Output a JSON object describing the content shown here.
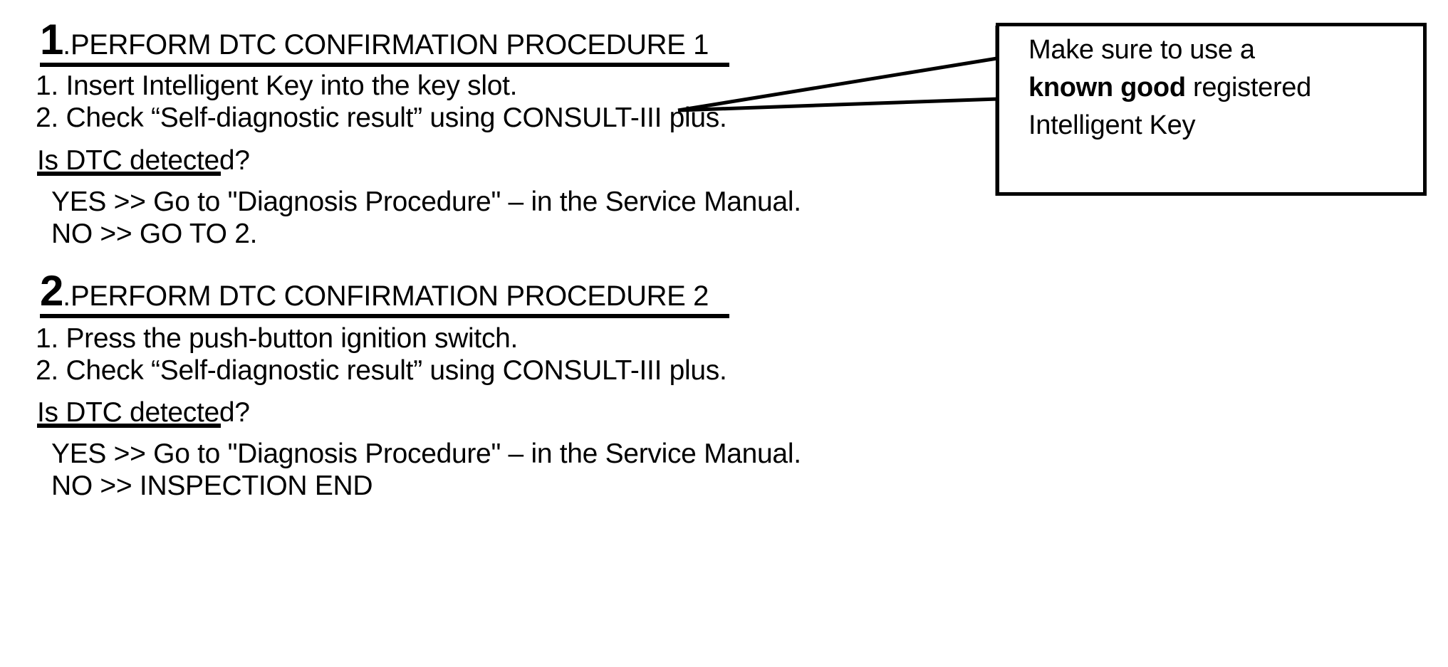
{
  "document": {
    "title": "DTC Confirmation Procedure",
    "background_color": "#ffffff",
    "text_color": "#000000",
    "rule_color": "#000000"
  },
  "sections": [
    {
      "number": "1",
      "separator": ".",
      "heading": "PERFORM DTC CONFIRMATION PROCEDURE 1",
      "steps": [
        "1. Insert Intelligent Key into the key slot.",
        "2. Check “Self-diagnostic result” using CONSULT-III plus."
      ],
      "question": "Is DTC detected?",
      "branches": [
        "YES >> Go to \"Diagnosis Procedure\" – in the Service Manual.",
        "NO >> GO TO 2."
      ]
    },
    {
      "number": "2",
      "separator": ".",
      "heading": "PERFORM DTC CONFIRMATION PROCEDURE 2",
      "steps": [
        "1. Press the push-button ignition switch.",
        "2. Check “Self-diagnostic result” using CONSULT-III plus."
      ],
      "question": "Is DTC detected?",
      "branches": [
        "YES >> Go to \"Diagnosis Procedure\" – in the Service Manual.",
        "NO >> INSPECTION END"
      ]
    }
  ],
  "callout": {
    "line1": "Make sure to use a",
    "line2_bold": "known good",
    "line2_rest": " registered",
    "line3": "Intelligent Key",
    "border_color": "#000000",
    "fill_color": "#ffffff"
  }
}
